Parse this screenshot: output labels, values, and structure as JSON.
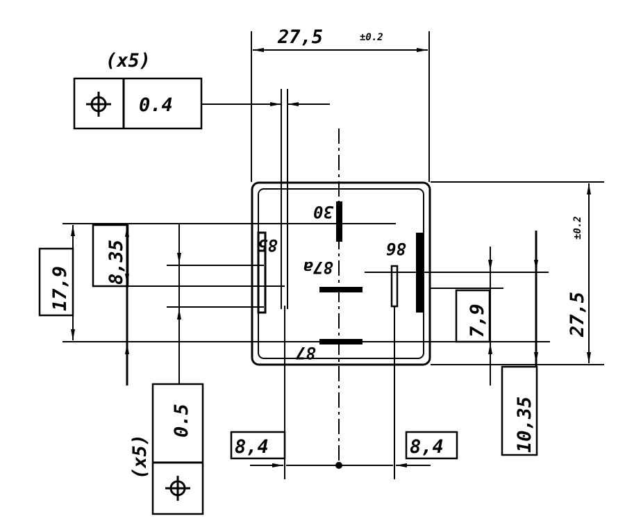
{
  "drawing": {
    "title": "Relay PCB footprint",
    "width_dim": {
      "value": "27,5",
      "tolerance": "±0.2"
    },
    "height_dim": {
      "value": "27,5",
      "tolerance": "±0.2"
    },
    "position_tolerance_top": {
      "count": "(x5)",
      "symbol": "⌖",
      "value": "0.4"
    },
    "position_tolerance_bottom": {
      "count": "(x5)",
      "symbol": "⌖",
      "value": "0.5"
    },
    "dims": {
      "d17_9": "17,9",
      "d8_35": "8,35",
      "d7_9": "7,9",
      "d10_35": "10,35",
      "d8_4_left": "8,4",
      "d8_4_right": "8,4"
    },
    "pins": {
      "p30": "30",
      "p85": "85",
      "p86": "86",
      "p87": "87",
      "p87a": "87a"
    }
  }
}
